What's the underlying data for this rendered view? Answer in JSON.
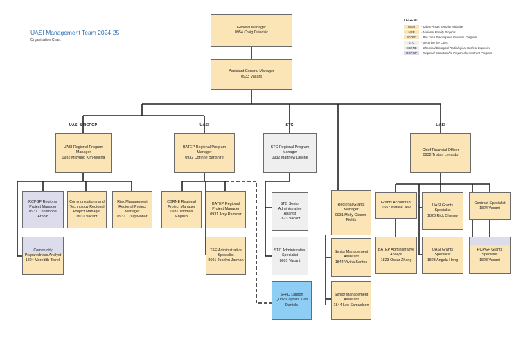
{
  "title": "UASI Management Team 2024-25",
  "subtitle": "Organization Chart",
  "legend": {
    "heading": "LEGEND",
    "items": [
      {
        "code": "UASI",
        "desc": "- Urban Areas Security Initiative",
        "color": "#fbe5b6"
      },
      {
        "code": "NPP",
        "desc": "- National Priority Projects",
        "color": "#fbe5b6"
      },
      {
        "code": "BATEP",
        "desc": "- Bay Area Training and Exercise Program",
        "color": "#fbe5b6"
      },
      {
        "code": "STC",
        "desc": "- Securing the Cities",
        "color": "#efefef"
      },
      {
        "code": "CBRNE",
        "desc": "- Chemical Biological Radiological Nuclear Explosive",
        "color": "#efefef"
      },
      {
        "code": "RCPGP",
        "desc": "- Regional Catastrophic Preparedness Grant Program",
        "color": "#dcdcec"
      }
    ]
  },
  "groups": {
    "uasi_rcpgp": "UASI & RCPGP",
    "uasi_batep": "UASI",
    "stc": "STC",
    "uasi_cfo": "UASI"
  },
  "nodes": {
    "gm": {
      "title": "General Manager",
      "person": "0954 Craig Dziedzic"
    },
    "agm": {
      "title": "Assistant General Manager",
      "person": "0933 Vacant"
    },
    "uasi_rpm": {
      "title": "UASI Regional Program Manager",
      "person": "0932 Mikyung Kim-Molina"
    },
    "batep": {
      "title": "BATEP Regional Program Manager",
      "person": "0932 Corinne Bartshire"
    },
    "stc_rpm": {
      "title": "STC Regional Program Manager",
      "person": "0932 Matthew Devine"
    },
    "cfo": {
      "title": "Chief Financial Officer",
      "person": "0932 Tristan Levardo"
    },
    "rcpgp_rpm": {
      "title": "RCPGP Regional Project Manager",
      "person": "0931 Christophe Arnold"
    },
    "comm_tech": {
      "title": "Communications and Technology Regional Project Manager",
      "person": "0931 Vacant"
    },
    "risk_mgmt": {
      "title": "Risk Management Regional Project Manager",
      "person": "0931 Craig Mohar"
    },
    "community_prep": {
      "title": "Community Preparedness Analyst",
      "person": "1824 Meredith Terrell"
    },
    "cbrne_rpm": {
      "title": "CBRNE Regional Project Manager",
      "person": "0931 Thomas English"
    },
    "batep_rpm": {
      "title": "BATEP Regional Project Manager",
      "person": "0931 Amy Ramirez"
    },
    "te_admin": {
      "title": "T&E Administrative Specialist",
      "person": "8601 Jocelyn Jarman"
    },
    "stc_senior_admin": {
      "title": "STC Senior Administrative Analyst",
      "person": "1823 Vacant"
    },
    "stc_admin": {
      "title": "STC Administrative Specialist",
      "person": "8601 Vacant"
    },
    "sfpd_liaison": {
      "title": "SFPD Liaison",
      "person": "Q082 Captain Juan Daniels"
    },
    "grants_manager": {
      "title": "Regional Grants Manager",
      "person": "0931 Molly Giesen-Fields"
    },
    "smа1": {
      "title": "Senior Management Assistant",
      "person": "1844 Vivina Santos"
    },
    "sma2": {
      "title": "Senior Management Assistant",
      "person": "1844 Leo Samuelson"
    },
    "grants_accountant": {
      "title": "Grants Accountant",
      "person": "1657 Natalie Jew"
    },
    "batep_admin": {
      "title": "BATEP Administrative Analyst",
      "person": "1823 Oscar Zhang"
    },
    "uasi_grants1": {
      "title": "UASI Grants Specialist",
      "person": "1823 Rick Cheney"
    },
    "uasi_grants2": {
      "title": "UASI Grants Specialist",
      "person": "1823 Angela Hong"
    },
    "contract_spec": {
      "title": "Contract Specialist",
      "person": "1824 Vacant"
    },
    "rcpgp_grants": {
      "title": "RCPGP Grants Specialist",
      "person": "1823 Vacant"
    }
  }
}
